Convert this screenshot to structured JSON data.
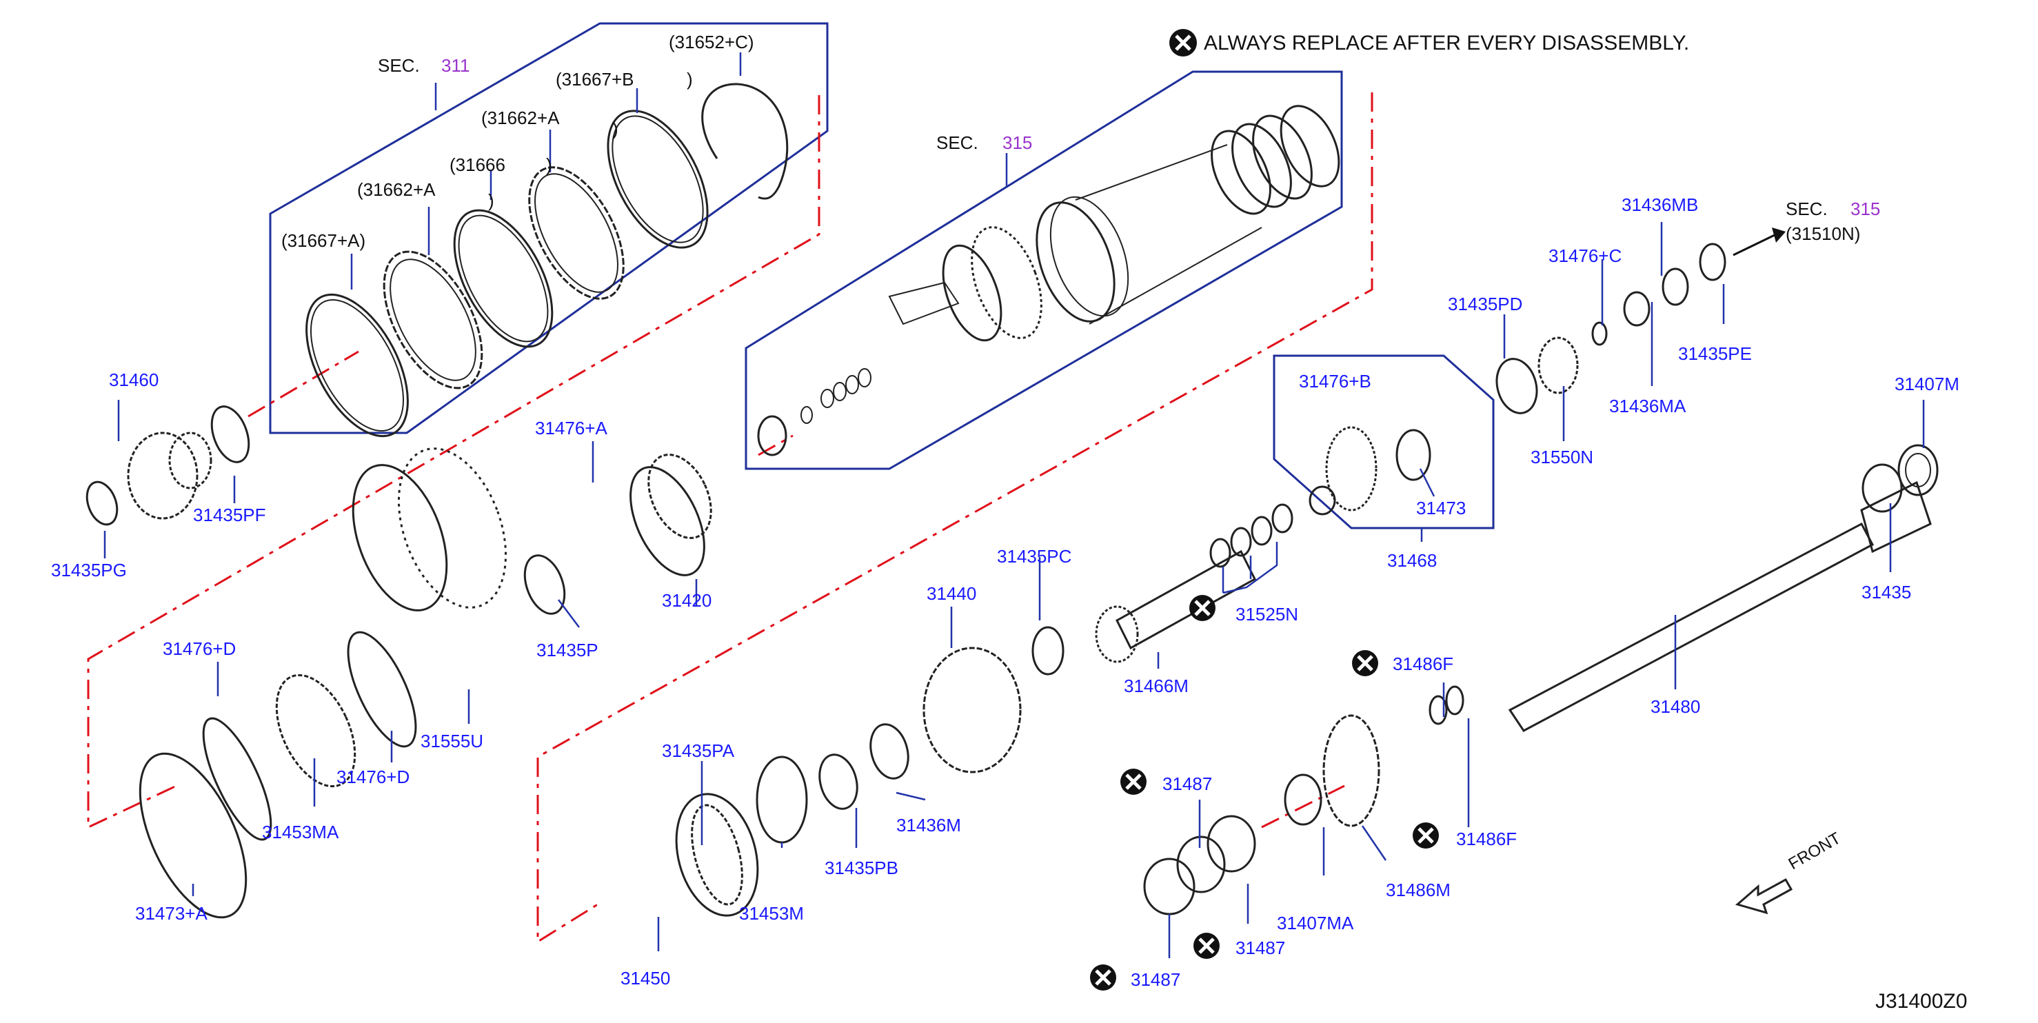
{
  "header": {
    "notice": "ALWAYS  REPLACE  AFTER  EVERY  DISASSEMBLY.",
    "notice_icon": "replace-mark-icon"
  },
  "sections": [
    {
      "prefix": "SEC.",
      "number": "311"
    },
    {
      "prefix": "SEC.",
      "number": "315"
    },
    {
      "prefix": "SEC.",
      "number": "315",
      "sub": "(31510N)"
    }
  ],
  "labels": {
    "p31652C": "(31652+C)",
    "p31667B": "(31667+B",
    "p31667B_close": ")",
    "p31662A_top": "(31662+A",
    "p31662A_top_close": ")",
    "p31666": "(31666",
    "p31666_close": ")",
    "p31662A": "(31662+A",
    "p31662A_close": ")",
    "p31667A": "(31667+A)",
    "p31460": "31460",
    "p31435PF": "31435PF",
    "p31435PG": "31435PG",
    "p31476A": "31476+A",
    "p31420": "31420",
    "p31435P": "31435P",
    "p31476D_top": "31476+D",
    "p31555U": "31555U",
    "p31476D": "31476+D",
    "p31453MA": "31453MA",
    "p31473A": "31473+A",
    "p31436MB": "31436MB",
    "p31476C": "31476+C",
    "p31435PD": "31435PD",
    "p31435PE": "31435PE",
    "p31436MA": "31436MA",
    "p31550N": "31550N",
    "p31407M": "31407M",
    "p31476B": "31476+B",
    "p31473": "31473",
    "p31468": "31468",
    "p31525N": "31525N",
    "p31435": "31435",
    "p31435PC": "31435PC",
    "p31440": "31440",
    "p31466M": "31466M",
    "p31486F_top": "31486F",
    "p31480": "31480",
    "p31435PA": "31435PA",
    "p31453M": "31453M",
    "p31435PB": "31435PB",
    "p31436M": "31436M",
    "p31450": "31450",
    "p31487_a": "31487",
    "p31487_b": "31487",
    "p31487_c": "31487",
    "p31407MA": "31407MA",
    "p31486M": "31486M",
    "p31486F": "31486F"
  },
  "front_label": "FRONT",
  "diagram_code": "J31400Z0",
  "colors": {
    "label": "#1a1aff",
    "section_number": "#9933cc",
    "leader": "#2233aa",
    "group_box": "#1f2f9a",
    "center_line": "#e0101a",
    "part_stroke": "#222222"
  }
}
